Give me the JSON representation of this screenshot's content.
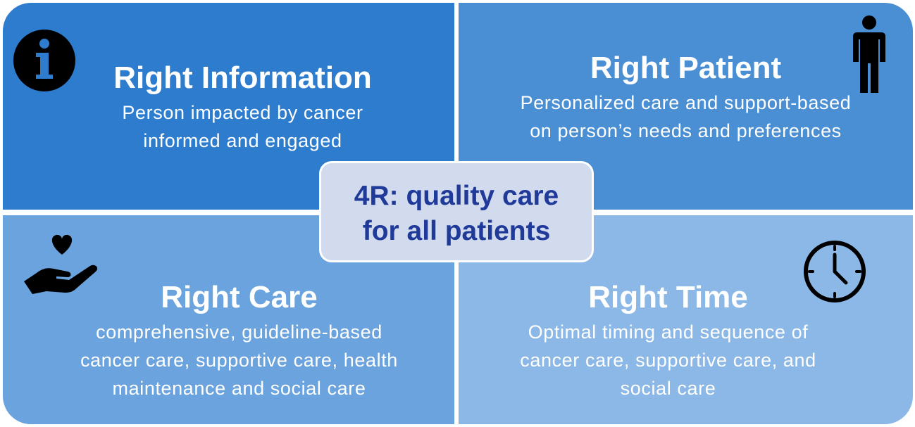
{
  "center": {
    "line1": "4R: quality care",
    "line2": "for all patients"
  },
  "quadrants": [
    {
      "title": "Right Information",
      "lines": [
        "Person impacted by cancer",
        "informed and engaged"
      ],
      "icon": "info-icon"
    },
    {
      "title": "Right Patient",
      "lines": [
        "Personalized care and support-based",
        "on person’s needs and preferences"
      ],
      "icon": "person-icon"
    },
    {
      "title": "Right Care",
      "lines": [
        "comprehensive, guideline-based",
        "cancer care, supportive care, health",
        "maintenance and social care"
      ],
      "icon": "heart-hand-icon"
    },
    {
      "title": "Right Time",
      "lines": [
        "Optimal timing and sequence of",
        "cancer care, supportive care, and",
        "social care"
      ],
      "icon": "clock-icon"
    }
  ],
  "colors": {
    "top_left": "#2e7ccd",
    "top_right": "#4a8fd4",
    "bottom_left": "#6aa3dd",
    "bottom_right": "#8bb8e6",
    "center_fill": "#d2dbee",
    "center_text": "#1f3a99"
  }
}
